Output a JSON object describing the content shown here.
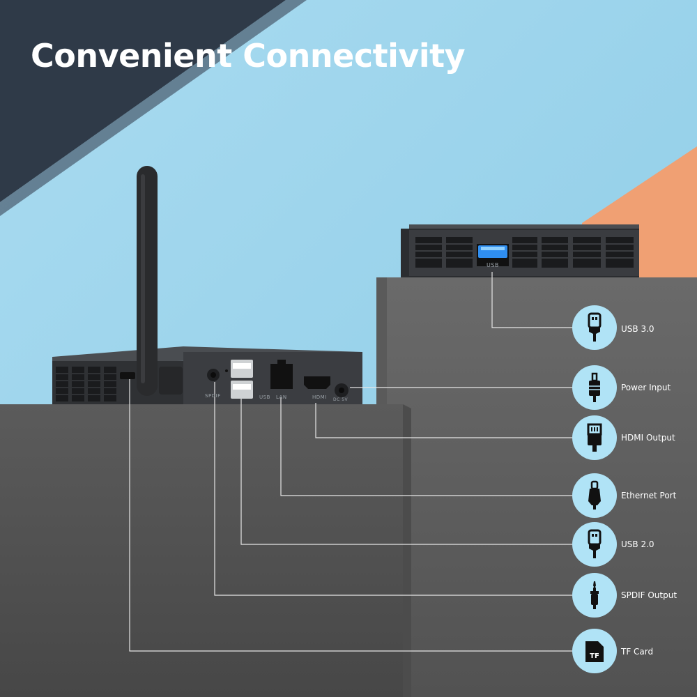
{
  "headline": "Convenient Connectivity",
  "device_labels": {
    "top_usb": "USB",
    "spdif": "SPDIF",
    "usb": "USB",
    "lan": "LAN",
    "hdmi": "HDMI",
    "dc": "DC 5V"
  },
  "callouts": [
    {
      "label": "USB 3.0",
      "icon": "usb-plug-icon"
    },
    {
      "label": "Power Input",
      "icon": "power-plug-icon"
    },
    {
      "label": "HDMI Output",
      "icon": "hdmi-plug-icon"
    },
    {
      "label": "Ethernet Port",
      "icon": "ethernet-plug-icon"
    },
    {
      "label": "USB 2.0",
      "icon": "usb-plug-icon"
    },
    {
      "label": "SPDIF Output",
      "icon": "audio-jack-icon"
    },
    {
      "label": "TF Card",
      "icon": "tf-card-icon"
    }
  ],
  "tf_card_icon_text": "TF",
  "colors": {
    "sky": "#9fd3ea",
    "dark_band": "#2f3a48",
    "orange": "#f0a073",
    "pedestal": "#5e5e5e",
    "callout_circle": "#b0e3f6",
    "usb3_port": "#2f8ef0"
  }
}
